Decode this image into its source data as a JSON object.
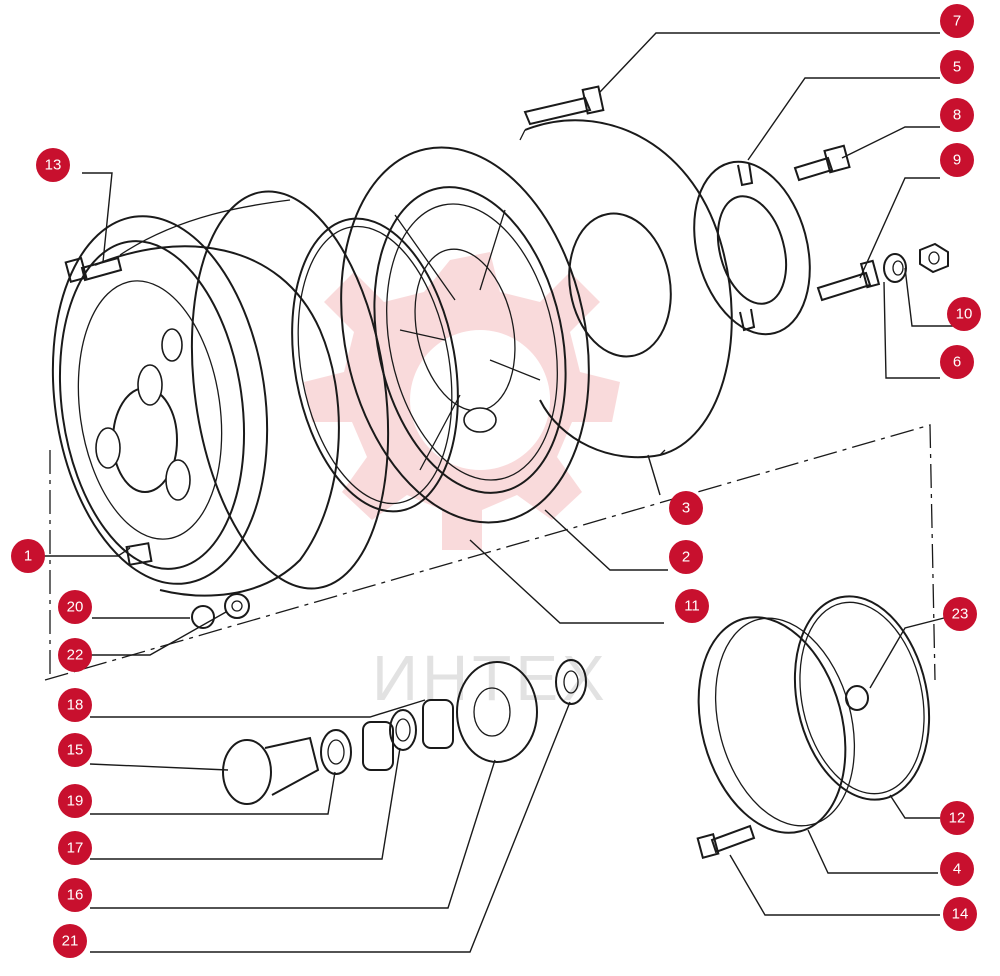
{
  "watermark": {
    "text": "ИНТЕХ",
    "color": "#e8797f"
  },
  "callout_color": "#c8102e",
  "callouts": [
    "1",
    "2",
    "3",
    "4",
    "5",
    "6",
    "7",
    "8",
    "9",
    "10",
    "11",
    "12",
    "13",
    "14",
    "15",
    "16",
    "17",
    "18",
    "19",
    "20",
    "21",
    "22",
    "23"
  ]
}
